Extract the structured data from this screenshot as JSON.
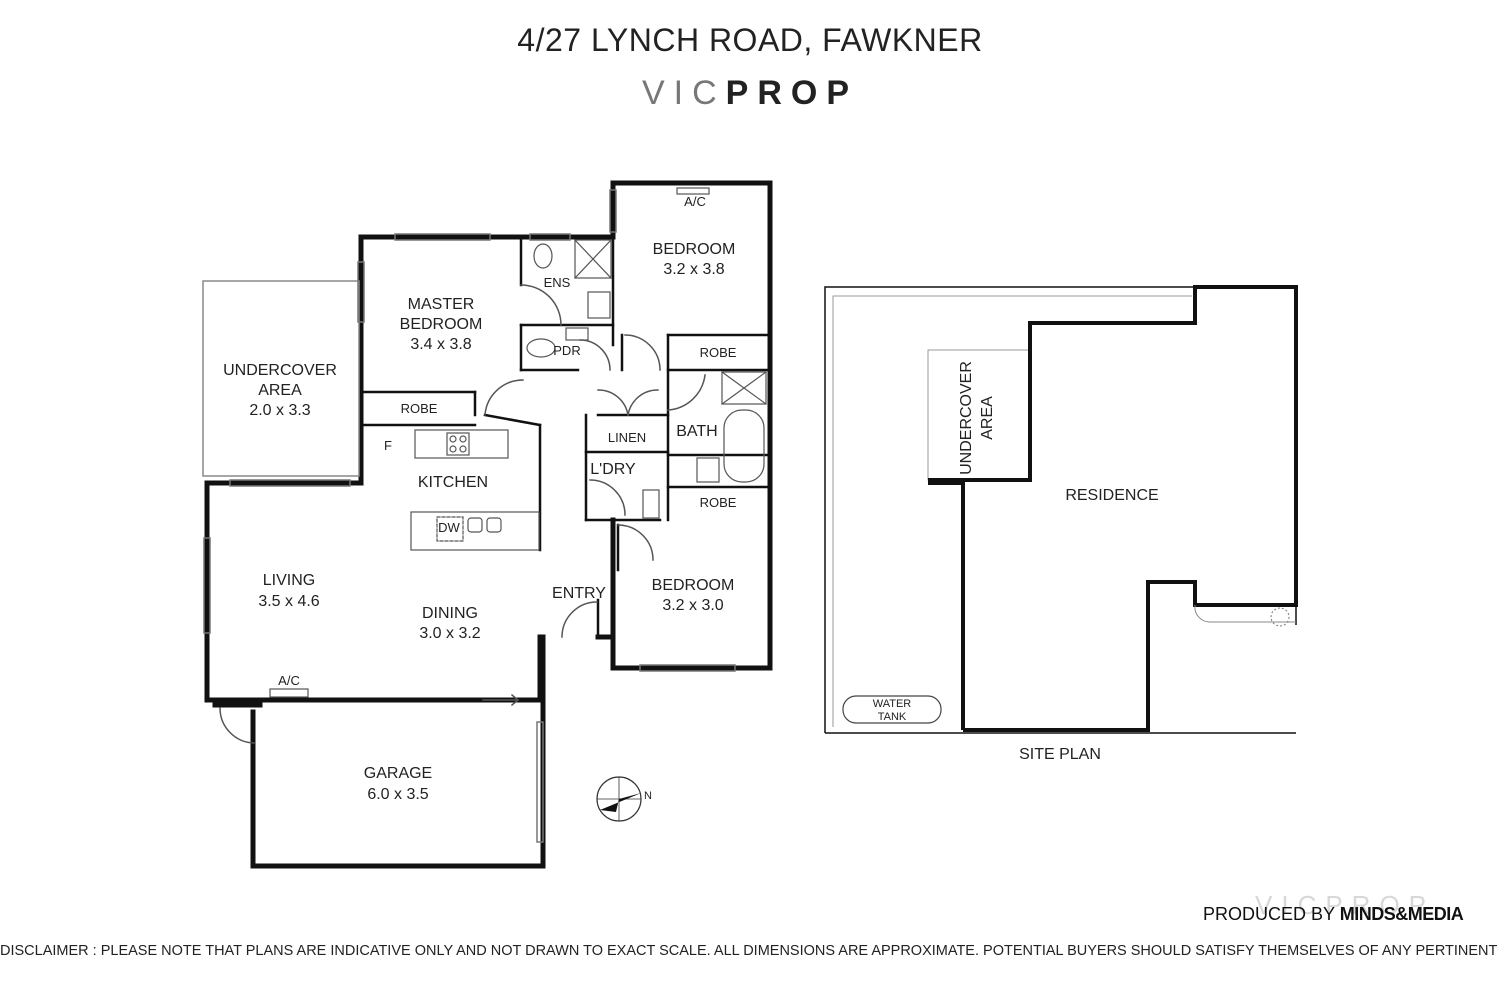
{
  "header": {
    "address": "4/27 LYNCH ROAD, FAWKNER",
    "logo_light": "VIC",
    "logo_bold": "PROP"
  },
  "floorplan": {
    "rooms": {
      "master_bedroom": {
        "name_line1": "MASTER",
        "name_line2": "BEDROOM",
        "size": "3.4 x 3.8"
      },
      "bedroom_top": {
        "name": "BEDROOM",
        "size": "3.2 x 3.8"
      },
      "bedroom_bottom": {
        "name": "BEDROOM",
        "size": "3.2 x 3.0"
      },
      "undercover": {
        "name_line1": "UNDERCOVER",
        "name_line2": "AREA",
        "size": "2.0 x 3.3"
      },
      "living": {
        "name": "LIVING",
        "size": "3.5 x 4.6"
      },
      "dining": {
        "name": "DINING",
        "size": "3.0 x 3.2"
      },
      "garage": {
        "name": "GARAGE",
        "size": "6.0 x 3.5"
      },
      "kitchen": {
        "name": "KITCHEN"
      },
      "ensuite": {
        "name": "ENS"
      },
      "powder": {
        "name": "PDR"
      },
      "linen": {
        "name": "LINEN"
      },
      "bath": {
        "name": "BATH"
      },
      "laundry": {
        "name": "L'DRY"
      },
      "entry": {
        "name": "ENTRY"
      },
      "robe_master": {
        "name": "ROBE"
      },
      "robe_bed_top": {
        "name": "ROBE"
      },
      "robe_bed_bottom": {
        "name": "ROBE"
      }
    },
    "labels": {
      "ac_top": "A/C",
      "ac_living": "A/C",
      "fridge": "F",
      "dishwasher": "DW",
      "north": "N"
    }
  },
  "siteplan": {
    "title": "SITE PLAN",
    "residence": "RESIDENCE",
    "undercover_line1": "UNDERCOVER",
    "undercover_line2": "AREA",
    "water_tank_line1": "WATER",
    "water_tank_line2": "TANK"
  },
  "footer": {
    "produced_by": "PRODUCED BY",
    "brand": "MINDS&MEDIA",
    "watermark": "VICPROP",
    "disclaimer": "DISCLAIMER : PLEASE NOTE THAT PLANS ARE INDICATIVE ONLY AND NOT DRAWN TO EXACT SCALE. ALL DIMENSIONS ARE APPROXIMATE. POTENTIAL BUYERS SHOULD SATISFY THEMSELVES OF ANY PERTINENT MATTERS."
  }
}
